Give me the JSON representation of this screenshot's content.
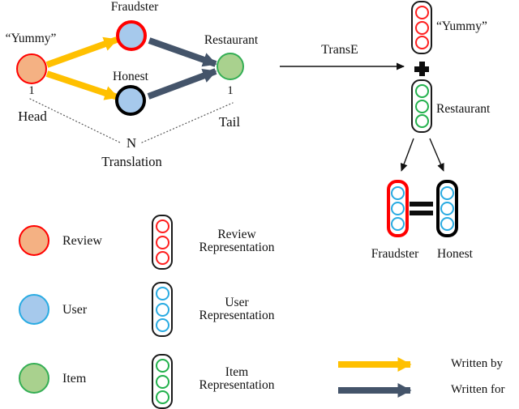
{
  "colors": {
    "review_fill": "#F4B183",
    "review_stroke": "#FF0000",
    "user_fill": "#A6C9EC",
    "user_stroke": "#29ABE2",
    "item_fill": "#A9D18E",
    "item_stroke": "#34AE54",
    "fraudster_border": "#FF0000",
    "honest_border": "#000000",
    "written_by_arrow": "#FFC000",
    "written_for_arrow": "#44546A",
    "rep_review_dot": "#FF1F1F",
    "rep_user_dot": "#29ABE2",
    "rep_item_dot": "#22B14C"
  },
  "graph": {
    "yummy_label": "“Yummy”",
    "fraudster_label": "Fraudster",
    "honest_label": "Honest",
    "restaurant_label": "Restaurant",
    "head_count": "1",
    "tail_count": "1",
    "head_label": "Head",
    "tail_label": "Tail",
    "n_label": "N",
    "translation_label": "Translation"
  },
  "transe": {
    "label": "TransE"
  },
  "embedding": {
    "yummy_label": "“Yummy”",
    "restaurant_label": "Restaurant",
    "fraudster_label": "Fraudster",
    "honest_label": "Honest"
  },
  "legend": {
    "nodes": [
      {
        "label": "Review"
      },
      {
        "label": "User"
      },
      {
        "label": "Item"
      }
    ],
    "representations": [
      {
        "label": "Review Representation"
      },
      {
        "label": "User Representation"
      },
      {
        "label": "Item Representation"
      }
    ],
    "arrows": [
      {
        "label": "Written by"
      },
      {
        "label": "Written for"
      }
    ]
  }
}
